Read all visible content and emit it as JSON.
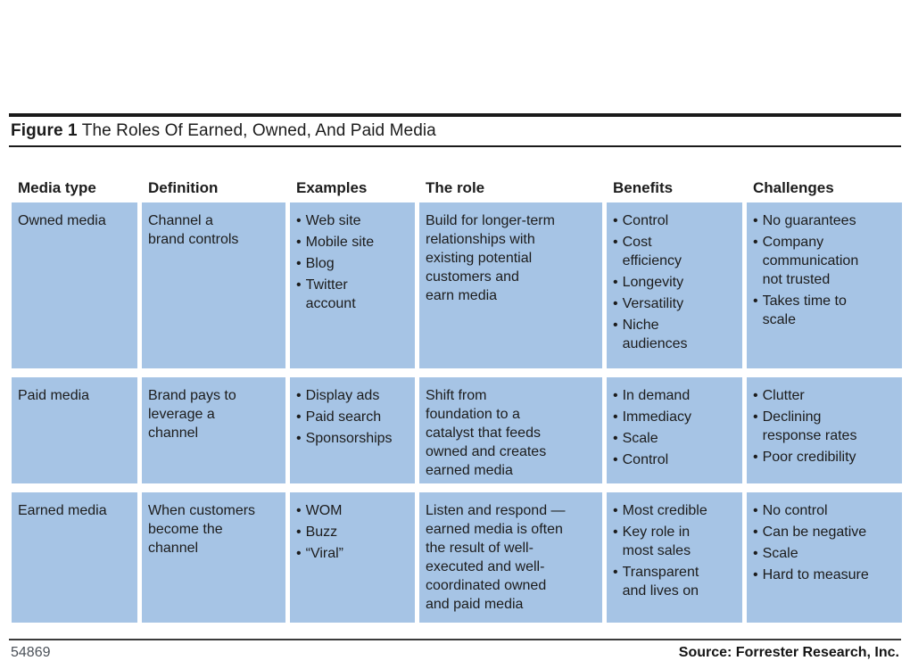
{
  "figure": {
    "label": "Figure 1",
    "title": "The Roles Of Earned, Owned, And Paid Media"
  },
  "bullet_glyph": "•",
  "colors": {
    "cell_background": "#a6c4e5",
    "rule": "#1a1a1a",
    "footer_number_text": "#4b5159"
  },
  "table": {
    "headers": [
      "Media type",
      "Definition",
      "Examples",
      "The role",
      "Benefits",
      "Challenges"
    ],
    "rows": [
      {
        "media_type": "Owned media",
        "definition": "Channel a\nbrand controls",
        "examples": [
          "Web site",
          "Mobile site",
          "Blog",
          "Twitter\naccount"
        ],
        "role": "Build for longer-term\nrelationships with\nexisting potential\ncustomers and\nearn media",
        "benefits": [
          "Control",
          "Cost\nefficiency",
          "Longevity",
          "Versatility",
          "Niche\naudiences"
        ],
        "challenges": [
          "No guarantees",
          "Company\ncommunication\nnot trusted",
          "Takes time to\nscale"
        ]
      },
      {
        "media_type": "Paid media",
        "definition": "Brand pays to\nleverage a\nchannel",
        "examples": [
          "Display ads",
          "Paid search",
          "Sponsorships"
        ],
        "role": "Shift from\nfoundation to a\ncatalyst that feeds\nowned and creates\nearned media",
        "benefits": [
          "In demand",
          "Immediacy",
          "Scale",
          "Control"
        ],
        "challenges": [
          "Clutter",
          "Declining\nresponse rates",
          "Poor credibility"
        ]
      },
      {
        "media_type": "Earned media",
        "definition": "When customers\nbecome the\nchannel",
        "examples": [
          "WOM",
          "Buzz",
          "“Viral”"
        ],
        "role": "Listen and respond —\nearned media is often\nthe result of well-\nexecuted and well-\ncoordinated owned\nand paid media",
        "benefits": [
          "Most credible",
          "Key role in\nmost sales",
          "Transparent\nand lives on"
        ],
        "challenges": [
          "No control",
          "Can be negative",
          "Scale",
          "Hard to measure"
        ]
      }
    ]
  },
  "footer": {
    "figure_number": "54869",
    "source": "Source: Forrester Research, Inc."
  }
}
